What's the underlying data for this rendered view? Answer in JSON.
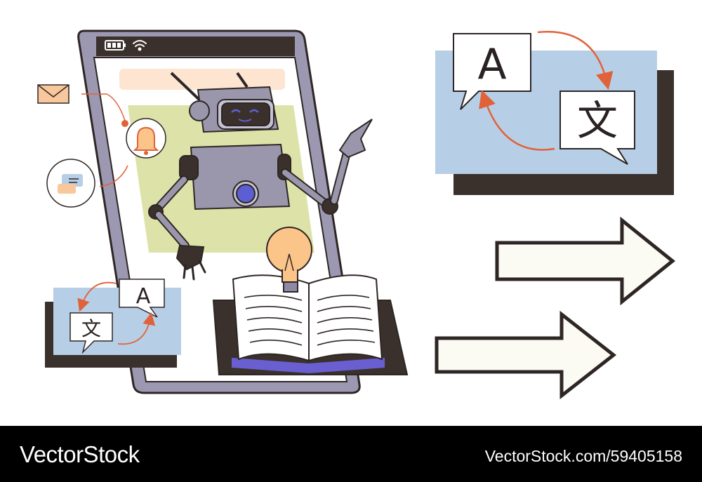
{
  "footer": {
    "logo_text": "VectorStock",
    "credit_text": "VectorStock.com/59405158"
  },
  "cards": {
    "large": {
      "latin_glyph": "A",
      "cjk_glyph": "文"
    },
    "small": {
      "latin_glyph": "A",
      "cjk_glyph": "文"
    }
  },
  "colors": {
    "outline": "#2e2624",
    "phone_frame": "#9c98b2",
    "card_blue": "#b7cfe6",
    "card_shadow": "#3a302c",
    "arrow_accent": "#e0623a",
    "robot_body": "#9a97ad",
    "robot_face": "#c4c2d2",
    "eye_color": "#5f5fd0",
    "chest_button": "#5b5fd3",
    "screen_green": "#dde3a8",
    "screen_peach": "#fde5d2",
    "bulb": "#fbc489",
    "envelope": "#f8c79c",
    "book_page": "#ffffff",
    "big_arrow_fill": "#fbfaf3"
  },
  "icons": [
    "battery-icon",
    "wifi-icon",
    "envelope-icon",
    "bell-icon",
    "chat-bubbles-icon",
    "lightbulb-icon",
    "open-book-icon",
    "robot-illustration",
    "right-arrow-icon"
  ]
}
